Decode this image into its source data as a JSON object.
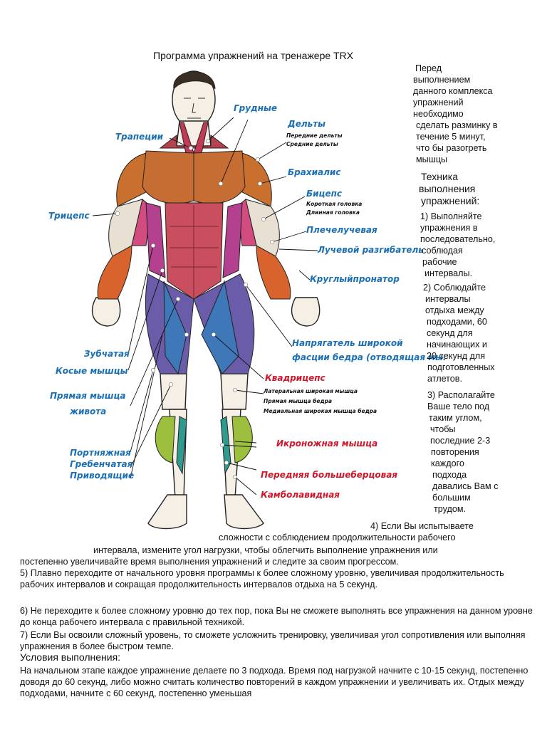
{
  "title": "Программа упражнений на тренажере TRX",
  "side": {
    "warmup": [
      "Перед",
      "выполнением",
      "данного комплекса",
      "упражнений",
      "необходимо",
      "сделать разминку в",
      "течение 5 минут,",
      "что бы разогреть",
      "мышцы"
    ],
    "technique_title": [
      "Техника",
      "выполнения",
      "упражнений:"
    ],
    "item1": [
      "1) Выполняйте",
      "упражнения в",
      "последовательно,",
      "соблюдая",
      "рабочие",
      "интервалы."
    ],
    "item2": [
      "2) Соблюдайте",
      "интервалы",
      "отдыха между",
      "подходами, 60",
      "секунд для",
      "начинающих и",
      "20 секунд для",
      "подготовленных",
      "атлетов."
    ],
    "item3": [
      "3) Располагайте",
      "Ваше тело под",
      "таким углом,",
      "чтобы",
      "последние 2-3",
      "повторения",
      "каждого",
      "подхода",
      "давались Вам с",
      "большим",
      "трудом."
    ]
  },
  "body": {
    "item4_l1": "4) Если Вы испытываете",
    "item4_l2": "сложности с соблюдением продолжительности рабочего",
    "item4_l3": "интервала, измените угол нагрузки, чтобы облегчить выполнение упражнения или",
    "item4_l4": "постепенно увеличивайте время выполнения упражнений и следите за своим прогрессом.",
    "item5": "5) Плавно переходите от начального уровня программы к более сложному уровню, увеличивая продолжительность рабочих интервалов и сокращая продолжительность интервалов отдыха на 5 секунд.",
    "item6": "6) Не переходите к более сложному уровню до тех пор, пока Вы не сможете выполнять все упражнения на данном уровне до конца рабочего интервала с правильной техникой.",
    "item7": "7) Если Вы освоили сложный уровень, то сможете усложнить тренировку, увеличивая угол сопротивления или выполняя упражнения в более быстром темпе.",
    "conditions_title": "Условия выполнения:",
    "conditions": "На начальном этапе каждое упражнение делаете по 3 подхода. Время под нагрузкой начните с 10-15 секунд, постепенно доводя до 60 секунд, либо можно считать количество повторений в каждом упражнении и увеличивать их.  Отдых между подходами, начните с 60 секунд, постепенно уменьшая"
  },
  "labels": {
    "trapezius": "Трапеции",
    "pectoral": "Грудные",
    "deltoid": "Дельты",
    "deltoid_front": "Передние дельты",
    "deltoid_middle": "Средние дельты",
    "brachialis": "Брахиалис",
    "biceps": "Бицепс",
    "biceps_short": "Короткая головка",
    "biceps_long": "Длинная головка",
    "brachioradialis": "Плечелучевая",
    "extensor": "Лучевой разгибатель",
    "pronator": "Круглыйпронатор",
    "triceps": "Трицепс",
    "tfl_1": "Напрягатель широкой",
    "tfl_2": "фасции бедра (отводящая мы.",
    "serratus": "Зубчатая",
    "obliques": "Косые мышцы",
    "rectus_1": "Прямая мышца",
    "rectus_2": "живота",
    "quadriceps": "Квадрицепс",
    "vastus_lat": "Латеральная широкая мышца",
    "rectus_fem": "Прямая мышца бедра",
    "vastus_med": "Медиальная широкая мышца бедра",
    "sartorius": "Портняжная",
    "pectineus": "Гребенчатая",
    "adductors": "Приводящие",
    "gastrocnemius": "Икроножная мышца",
    "tibialis": "Передняя большеберцовая",
    "soleus": "Камболавидная"
  }
}
